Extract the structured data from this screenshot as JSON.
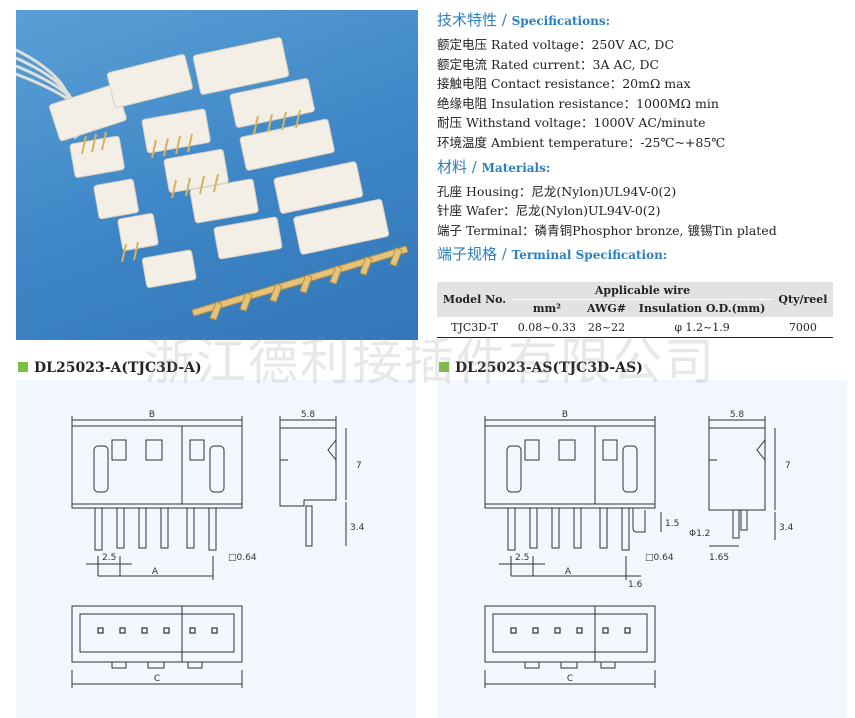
{
  "specs": {
    "heading_cn": "技术特性",
    "heading_sep": "/",
    "heading_en": "Specifications:",
    "lines": [
      "额定电压 Rated voltage：250V AC, DC",
      "额定电流 Rated current：3A AC, DC",
      "接触电阻 Contact resistance：20mΩ max",
      "绝缘电阻 Insulation resistance：1000MΩ min",
      "耐压 Withstand voltage：1000V AC/minute",
      "环境温度 Ambient temperature：-25℃~+85℃"
    ]
  },
  "materials": {
    "heading_cn": "材料",
    "heading_sep": "/",
    "heading_en": "Materials:",
    "lines": [
      "孔座 Housing：尼龙(Nylon)UL94V-0(2)",
      "针座 Wafer：尼龙(Nylon)UL94V-0(2)",
      "端子 Terminal：磷青铜Phosphor bronze, 镀锡Tin plated"
    ]
  },
  "terminal": {
    "heading_cn": "端子规格",
    "heading_sep": "/",
    "heading_en": "Terminal Specification:",
    "table": {
      "col_model": "Model No.",
      "col_applicable": "Applicable wire",
      "col_mm2": "mm²",
      "col_awg": "AWG#",
      "col_insulation": "Insulation O.D.(mm)",
      "col_qty": "Qty/reel",
      "row": {
        "model": "TJC3D-T",
        "mm2": "0.08~0.33",
        "awg": "28~22",
        "insulation": "φ 1.2~1.9",
        "qty": "7000"
      }
    }
  },
  "watermark": "浙江德利接插件有限公司",
  "left_model": {
    "title": "DL25023-A(TJC3D-A)",
    "dim_B": "B",
    "dim_A": "A",
    "dim_C": "C",
    "pitch": "2.5",
    "pin": "□0.64",
    "width": "5.8",
    "height": "7",
    "pin_len": "3.4"
  },
  "right_model": {
    "title": "DL25023-AS(TJC3D-AS)",
    "dim_B": "B",
    "dim_A": "A",
    "dim_C": "C",
    "pitch": "2.5",
    "pin": "□0.64",
    "offset": "1.6",
    "bend": "1.5",
    "width": "5.8",
    "height": "7",
    "pin_len": "3.4",
    "hole": "Φ1.2",
    "hole_off": "1.65"
  },
  "colors": {
    "accent_blue": "#2a7fc0",
    "green_marker": "#7bc043",
    "photo_bg": "#3d85c6",
    "panel_bg": "#f1f7fc"
  }
}
